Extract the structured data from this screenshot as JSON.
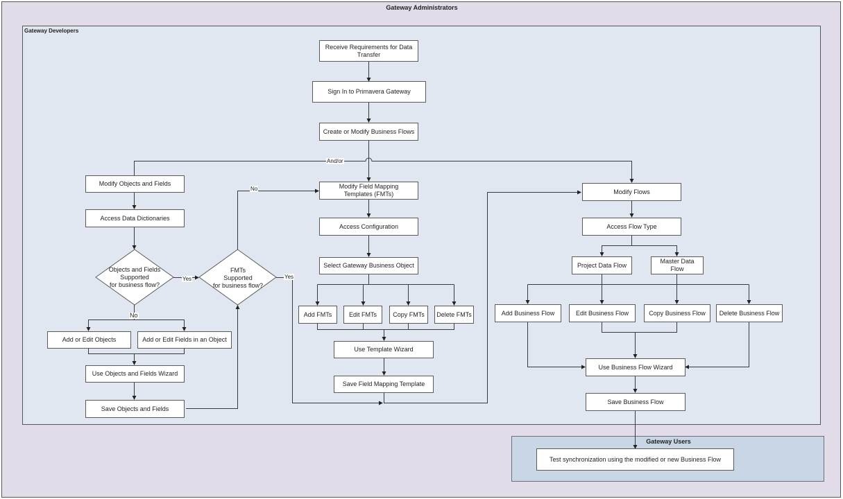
{
  "lanes": {
    "admin": "Gateway Administrators",
    "developers": "Gateway Developers",
    "users": "Gateway Users"
  },
  "steps": {
    "receive": "Receive Requirements for Data Transfer",
    "signin": "Sign In to Primavera Gateway",
    "create": "Create or Modify Business Flows",
    "modify_objects": "Modify Objects and Fields",
    "access_dict": "Access Data Dictionaries",
    "add_edit_objects": "Add or Edit Objects",
    "add_edit_fields": "Add or Edit Fields in an Object",
    "use_objects_wizard": "Use Objects and Fields Wizard",
    "save_objects": "Save Objects and Fields",
    "modify_fmts": "Modify Field Mapping Templates (FMTs)",
    "access_config": "Access Configuration",
    "select_bo": "Select Gateway Business Object",
    "add_fmts": "Add FMTs",
    "edit_fmts": "Edit FMTs",
    "copy_fmts": "Copy FMTs",
    "delete_fmts": "Delete FMTs",
    "use_template_wizard": "Use Template Wizard",
    "save_fmt": "Save Field Mapping Template",
    "modify_flows": "Modify Flows",
    "access_flow_type": "Access Flow Type",
    "project_data_flow": "Project Data Flow",
    "master_data_flow": "Master Data Flow",
    "add_bf": "Add Business Flow",
    "edit_bf": "Edit Business Flow",
    "copy_bf": "Copy Business Flow",
    "delete_bf": "Delete Business Flow",
    "use_bf_wizard": "Use Business Flow Wizard",
    "save_bf": "Save Business Flow",
    "test_sync": "Test synchronization using the modified or new Business Flow"
  },
  "decisions": {
    "objects_supported": "Objects and Fields\nSupported\nfor business flow?",
    "fmts_supported": "FMTs\nSupported\nfor business flow?"
  },
  "edge_labels": {
    "and_or": "And/or",
    "obj_yes": "Yes",
    "obj_no": "No",
    "fmt_yes": "Yes",
    "fmt_no": "No"
  },
  "colors": {
    "admin_lane": "#e2dce8",
    "dev_lane": "#e1e7f0",
    "users_lane": "#c8d6e5",
    "line": "#3a3a3a"
  }
}
